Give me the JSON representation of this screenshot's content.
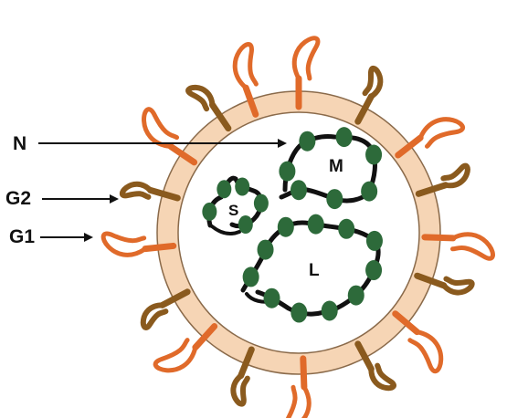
{
  "diagram": {
    "labels": {
      "n": "N",
      "g2": "G2",
      "g1": "G1"
    },
    "segments": {
      "s": "S",
      "m": "M",
      "l": "L"
    },
    "colors": {
      "envelope_fill": "#f6d5b5",
      "envelope_stroke": "#8a6a4a",
      "g1_spike": "#e06a2a",
      "g2_spike": "#8a5a1e",
      "nucleoprotein": "#2d6a3a",
      "rna": "#111111"
    },
    "icons": {
      "g1": "loop-glycoprotein-icon",
      "g2": "knob-glycoprotein-icon",
      "n": "nucleoprotein-bead-icon"
    }
  }
}
